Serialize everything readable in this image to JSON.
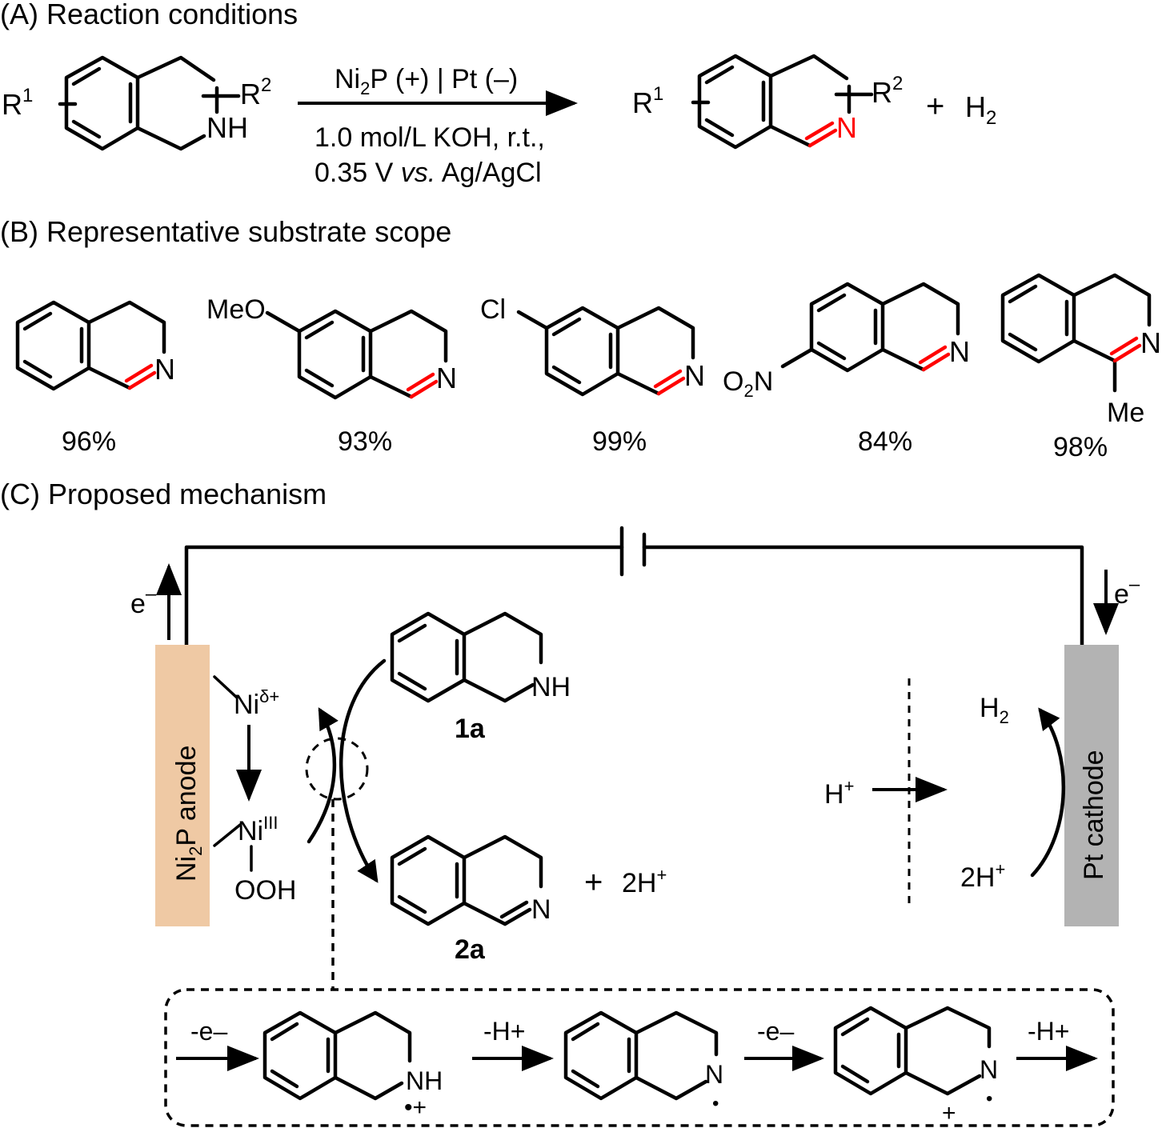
{
  "colors": {
    "bond": "#000000",
    "imine": "#ff0000",
    "anode": "#efc9a4",
    "cathode": "#b3b3b3"
  },
  "section_a": {
    "heading": "(A) Reaction conditions",
    "r1": "R",
    "r1_sup": "1",
    "r2": "R",
    "r2_sup": "2",
    "nh": "NH",
    "n": "N",
    "plus": "+",
    "h2_base": "H",
    "h2_sub": "2",
    "cond_ni": "Ni",
    "cond_ni_sub": "2",
    "cond_rest": "P (+) | Pt (–)",
    "cond_line2": "1.0 mol/L KOH, r.t.,",
    "cond_v": "0.35 V ",
    "cond_vs": "vs.",
    "cond_ref": " Ag/AgCl"
  },
  "section_b": {
    "heading": "(B) Representative substrate scope",
    "substrates": [
      {
        "label": "",
        "yield": "96%"
      },
      {
        "label": "MeO",
        "yield": "93%"
      },
      {
        "label": "Cl",
        "yield": "99%"
      },
      {
        "label_base": "O",
        "label_sub": "2",
        "label_tail": "N",
        "yield": "84%"
      },
      {
        "label": "Me",
        "yield": "98%"
      }
    ],
    "n": "N"
  },
  "section_c": {
    "heading": "(C) Proposed mechanism",
    "electron_left": "e",
    "electron_right": "e",
    "minus": "–",
    "anode_base": "Ni",
    "anode_sub": "2",
    "anode_tail": "P anode",
    "cathode_label": "Pt cathode",
    "ni_delta": "Ni",
    "ni_delta_sup": "δ+",
    "ni_iii": "Ni",
    "ni_iii_sup": "III",
    "ooh": "OOH",
    "sm_nh": "NH",
    "sm_label": "1a",
    "pd_n": "N",
    "pd_label": "2a",
    "pd_plus": "+",
    "pd_2h": "2H",
    "pd_2h_sup": "+",
    "h_plus": "H",
    "h_plus_sup": "+",
    "h2_base": "H",
    "h2_sub": "2",
    "cat_2h": "2H",
    "cat_2h_sup": "+",
    "steps": {
      "s1": "-e–",
      "s2": "-H+",
      "s3": "-e–",
      "s4": "-H+"
    },
    "int1_nh": "NH",
    "int1_rad": "•+",
    "int2_n": "N",
    "int3_n": "N",
    "int3_plus": "+",
    "dot": "•"
  }
}
